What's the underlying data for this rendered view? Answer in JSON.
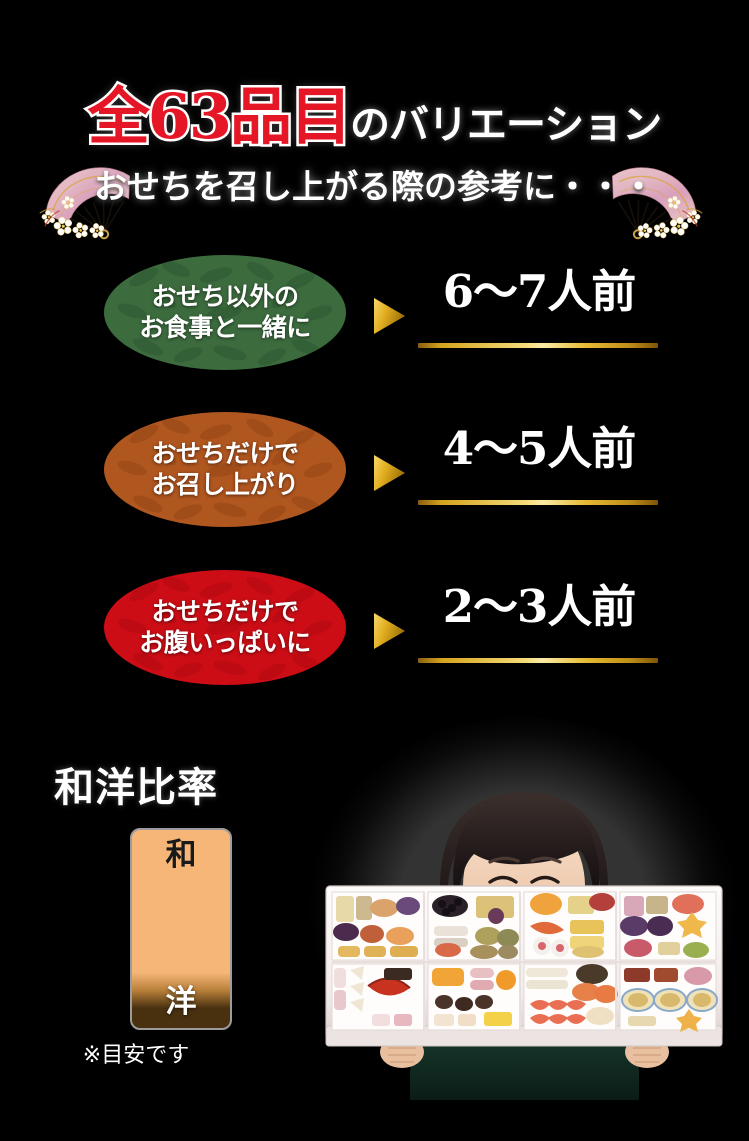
{
  "header": {
    "headline_red": "全63品目",
    "headline_white": "のバリエーション",
    "subline": "おせちを召し上がる際の参考に・・・",
    "item_count": 63,
    "left_fan_icon": "japanese-fan-icon",
    "right_fan_icon": "japanese-fan-icon"
  },
  "servings": {
    "rows": [
      {
        "condition_line1": "おせち以外の",
        "condition_line2": "お食事と一緒に",
        "amount": "6～7人前",
        "min": 6,
        "max": 7,
        "bubble_color": "#3c6b3e",
        "arrow_icon": "play-triangle-icon"
      },
      {
        "condition_line1": "おせちだけで",
        "condition_line2": "お召し上がり",
        "amount": "4～5人前",
        "min": 4,
        "max": 5,
        "bubble_color": "#b0561f",
        "arrow_icon": "play-triangle-icon"
      },
      {
        "condition_line1": "おせちだけで",
        "condition_line2": "お腹いっぱいに",
        "amount": "2～3人前",
        "min": 2,
        "max": 3,
        "bubble_color": "#cc0d16",
        "arrow_icon": "play-triangle-icon"
      }
    ]
  },
  "ratio": {
    "title": "和洋比率",
    "japanese_label": "和",
    "western_label": "洋",
    "note": "※目安です",
    "japanese_percent": 78,
    "western_percent": 22,
    "japanese_color": "#f5b678",
    "western_color": "#49300f"
  },
  "photo": {
    "alt": "おせち料理の四段重を持つ女性",
    "person_icon": "smiling-woman-icon",
    "tray_icon": "osechi-tray-icon"
  },
  "chart_data": {
    "type": "bar",
    "title": "和洋比率",
    "categories": [
      "和",
      "洋"
    ],
    "values": [
      78,
      22
    ],
    "unit": "%",
    "note": "※目安です",
    "colors": [
      "#f5b678",
      "#49300f"
    ],
    "orientation": "vertical-stacked",
    "grid": false,
    "legend": "none"
  }
}
